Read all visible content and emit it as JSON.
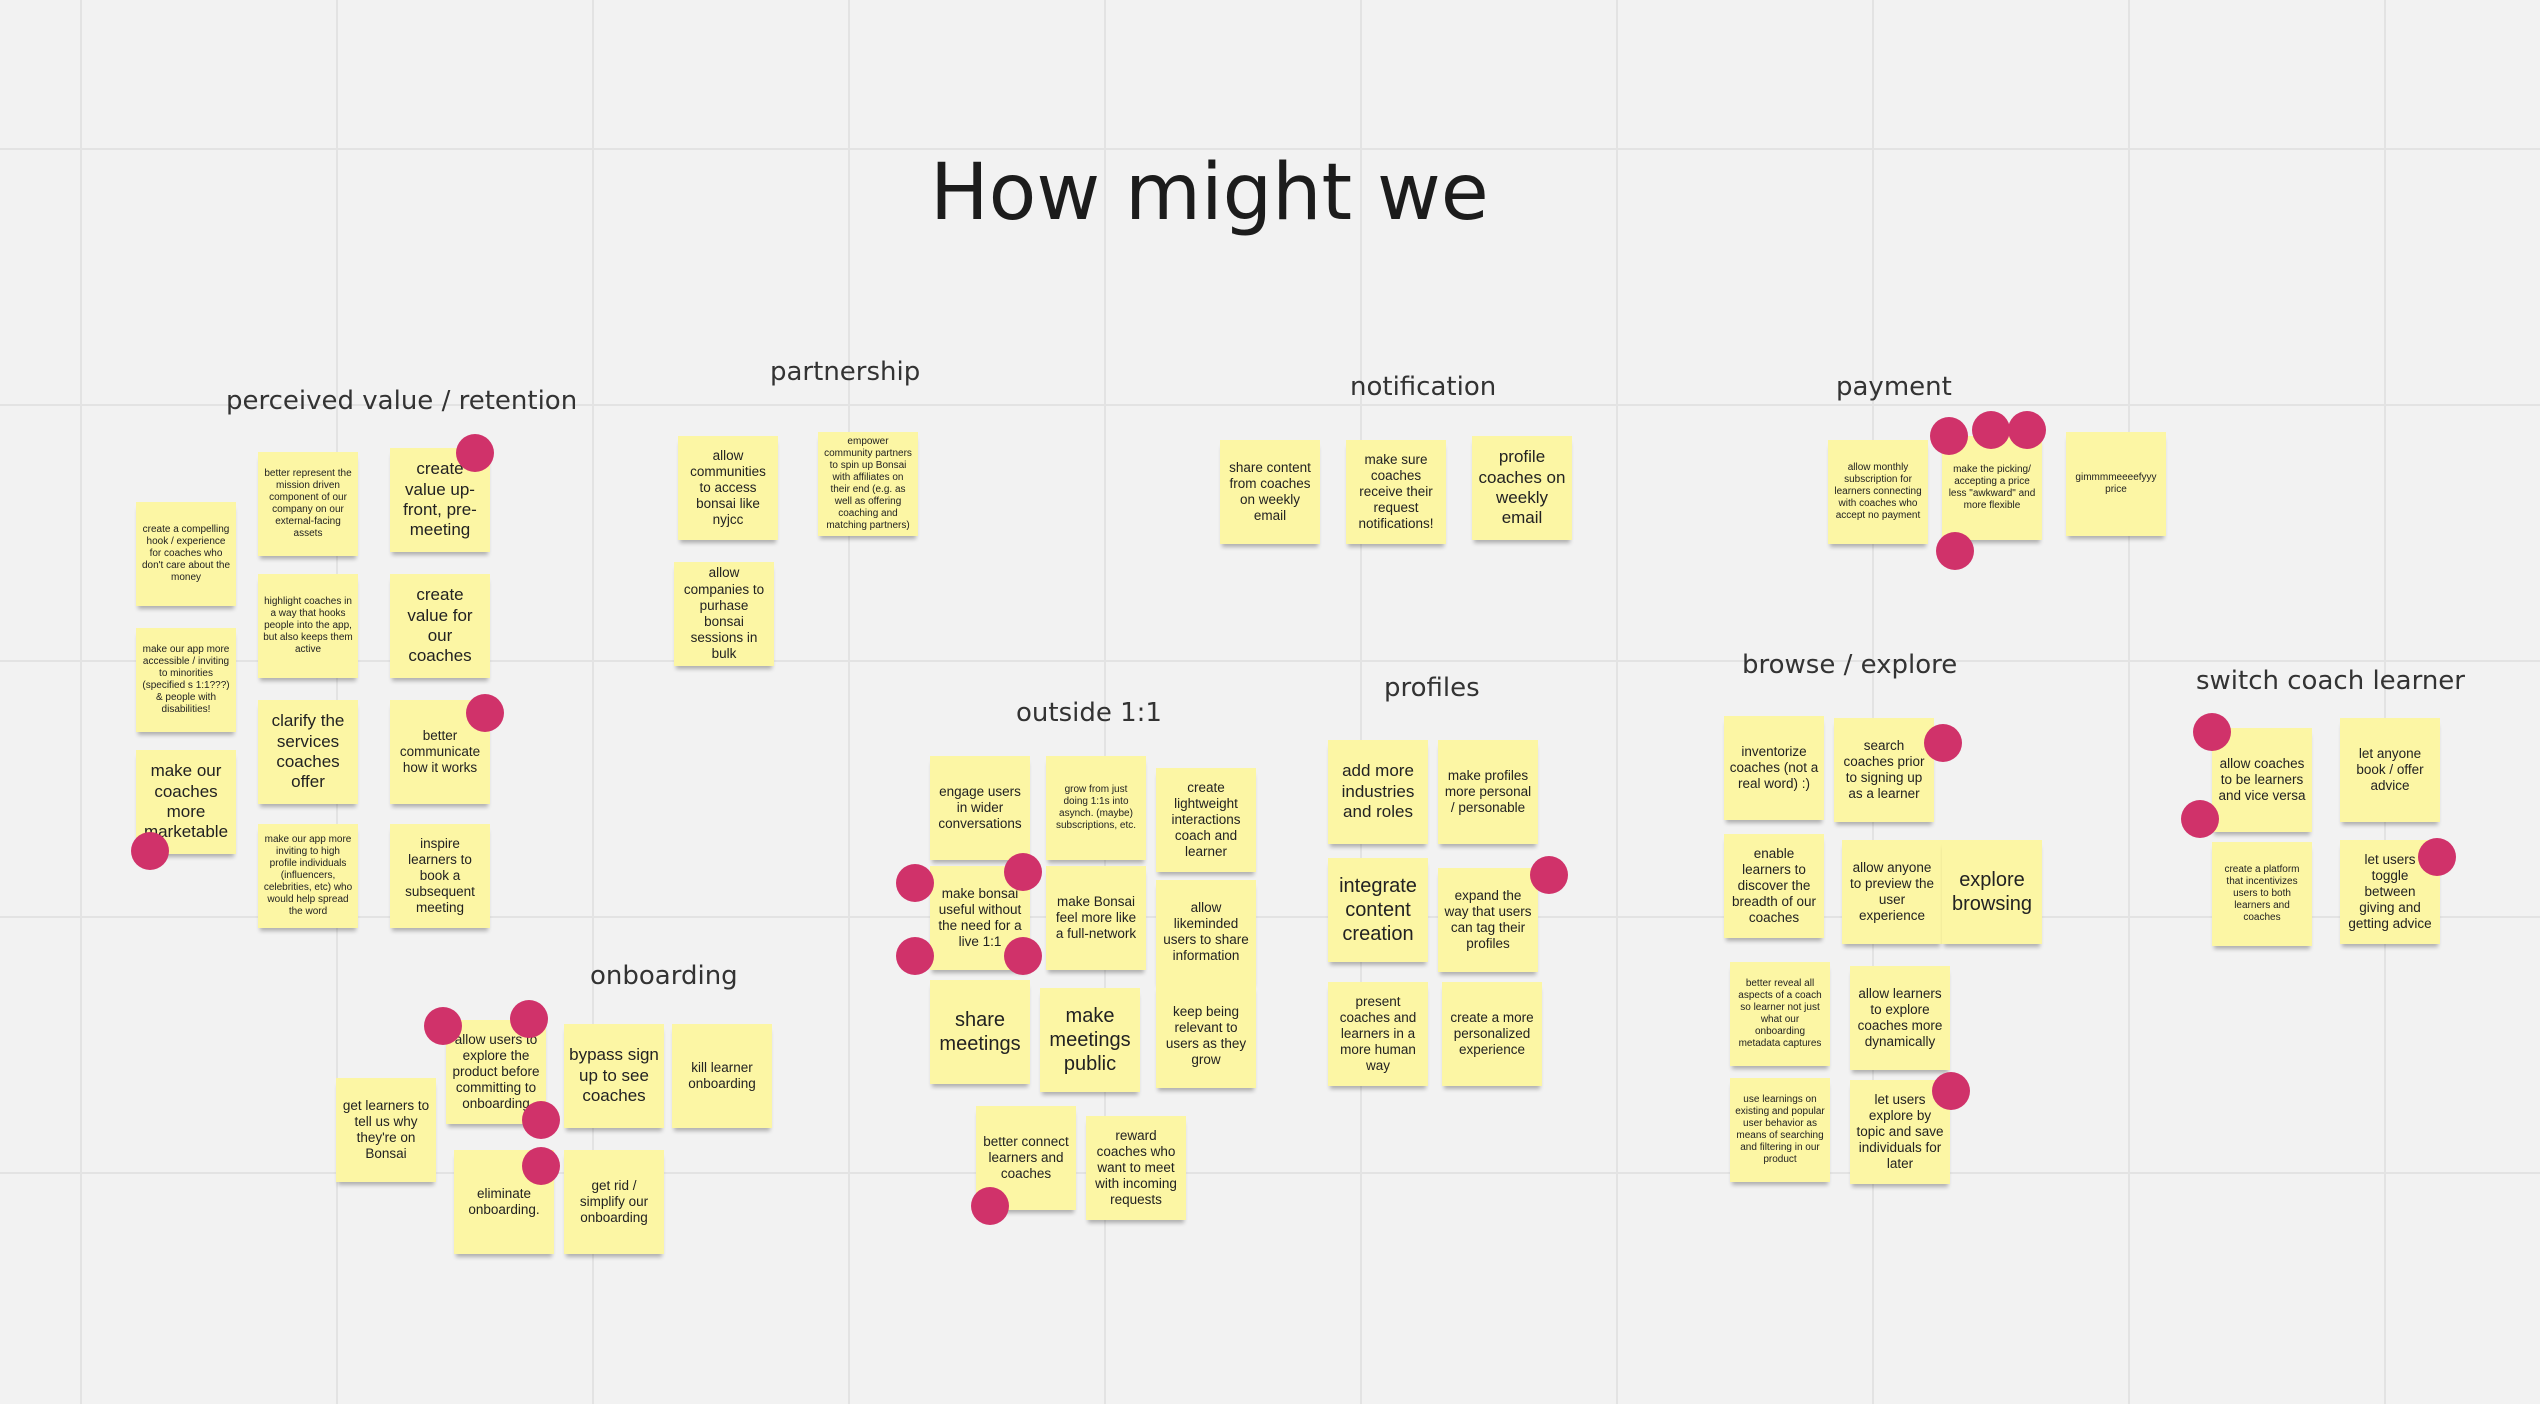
{
  "board": {
    "title": "How might we",
    "colors": {
      "sticky": "#fcf6a4",
      "vote_dot": "#d0326a",
      "background": "#f2f2f2"
    }
  },
  "clusters": {
    "perceived_value": "perceived value / retention",
    "partnership": "partnership",
    "notification": "notification",
    "payment": "payment",
    "onboarding": "onboarding",
    "outside": "outside 1:1",
    "profiles": "profiles",
    "browse": "browse / explore",
    "switch": "switch coach learner"
  },
  "notes": {
    "pv1": "create a compelling hook / experience for coaches who don't care about the money",
    "pv2": "make our app more accessible / inviting to minorities (specified s 1:1???) & people with disabilities!",
    "pv3": "make our coaches more marketable",
    "pv4": "better represent the mission driven component of our company on our external-facing assets",
    "pv5": "highlight coaches in a way that hooks people into the app, but also keeps them active",
    "pv6": "clarify the services coaches offer",
    "pv7": "make our app more inviting to high profile individuals (influencers, celebrities, etc) who would help spread the word",
    "pv8": "create value up-front, pre-meeting",
    "pv9": "create value for our coaches",
    "pv10": "better communicate how it works",
    "pv11": "inspire learners to book a subsequent meeting",
    "pa1": "allow communities to access bonsai like nyjcc",
    "pa2": "empower community partners to spin up Bonsai with affiliates on their end (e.g. as well as offering coaching and matching partners)",
    "pa3": "allow companies to purhase bonsai sessions in bulk",
    "no1": "share content from coaches on weekly email",
    "no2": "make sure coaches receive their request notifications!",
    "no3": "profile coaches on weekly email",
    "py1": "allow monthly subscription for learners connecting with coaches who accept no payment",
    "py2": "make the picking/ accepting a price less \"awkward\" and more flexible",
    "py3": "gimmmmeeeefyyy price",
    "ob1": "get learners to tell us why they're on Bonsai",
    "ob2": "allow users to explore the product before committing to onboarding",
    "ob3": "bypass sign up to see coaches",
    "ob4": "kill learner onboarding",
    "ob5": "eliminate onboarding.",
    "ob6": "get rid / simplify our onboarding",
    "ou1": "engage users in wider conversations",
    "ou2": "grow from just doing 1:1s into asynch. (maybe) subscriptions, etc.",
    "ou3": "create lightweight interactions coach and learner",
    "ou4": "make bonsai useful without the need for a live 1:1",
    "ou5": "make Bonsai feel more like a full-network",
    "ou6": "allow likeminded users to share information",
    "ou7": "share meetings",
    "ou8": "make meetings public",
    "ou9": "keep being relevant to users as they grow",
    "ou10": "better connect learners and coaches",
    "ou11": "reward coaches who want to meet with incoming requests",
    "pr1": "add more industries and roles",
    "pr2": "make profiles more personal / personable",
    "pr3": "integrate content creation",
    "pr4": "expand the way that users can tag their profiles",
    "pr5": "present coaches and learners in a more human way",
    "pr6": "create a more personalized experience",
    "be1": "inventorize coaches (not a real word) :)",
    "be2": "search coaches prior to signing up as a learner",
    "be3": "enable learners to discover the breadth of our coaches",
    "be4": "allow anyone to preview the user experience",
    "be5": "explore browsing",
    "be6": "better reveal all aspects of a coach so learner not just what our onboarding metadata captures",
    "be7": "allow learners to explore coaches more dynamically",
    "be8": "use learnings on existing and popular user behavior as means of searching and filtering in our product",
    "be9": "let users explore by topic and save individuals for later",
    "sw1": "allow coaches to be learners and vice versa",
    "sw2": "let anyone book / offer advice",
    "sw3": "create a platform that incentivizes users to both learners and coaches",
    "sw4": "let users toggle between giving and getting advice"
  }
}
